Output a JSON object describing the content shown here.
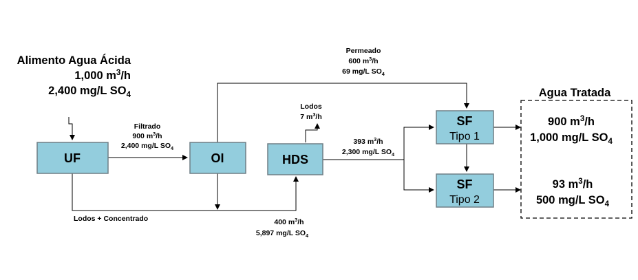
{
  "units": {
    "flow": "m",
    "flow_tail": "/h",
    "flow_sup": "3",
    "conc": "mg/L SO",
    "conc_sub": "4"
  },
  "feed": {
    "title": "Alimento Agua Ácida",
    "flow": "1,000",
    "conc": "2,400"
  },
  "nodes": {
    "uf": {
      "label": "UF"
    },
    "oi": {
      "label": "OI"
    },
    "hds": {
      "label": "HDS"
    },
    "sf1": {
      "label": "SF",
      "sub": "Tipo 1"
    },
    "sf2": {
      "label": "SF",
      "sub": "Tipo 2"
    }
  },
  "streams": {
    "filtrado": {
      "label": "Filtrado",
      "flow": "900",
      "conc": "2,400"
    },
    "permeado": {
      "label": "Permeado",
      "flow": "600",
      "conc": "69"
    },
    "lodos": {
      "label": "Lodos",
      "flow": "7"
    },
    "hds_out": {
      "flow": "393",
      "conc": "2,300"
    },
    "concentrado": {
      "label": "Lodos + Concentrado"
    },
    "to_hds": {
      "flow": "400",
      "conc": "5,897"
    }
  },
  "treated": {
    "title": "Agua Tratada",
    "out1": {
      "flow": "900",
      "conc": "1,000"
    },
    "out2": {
      "flow": "93",
      "conc": "500"
    }
  }
}
